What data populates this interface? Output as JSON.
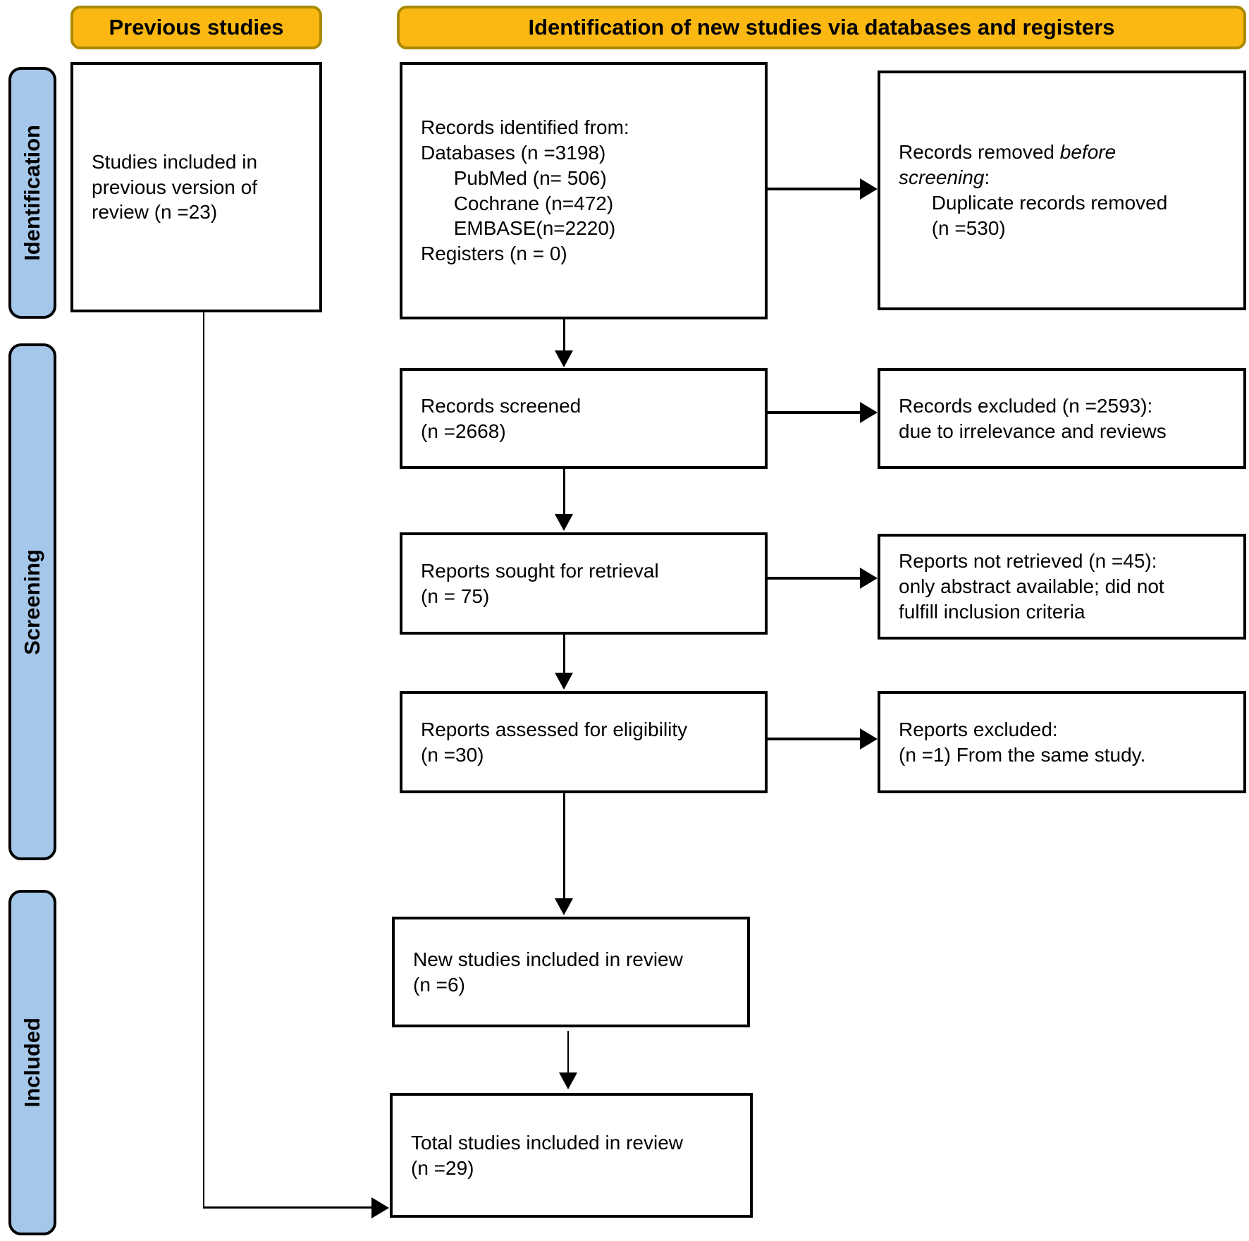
{
  "colors": {
    "gold_fill": "#FBB813",
    "gold_border": "#A98A00",
    "blue_fill": "#A5C7E9"
  },
  "headers": {
    "previous_studies": "Previous studies",
    "identification_new": "Identification of new studies via databases and registers"
  },
  "stages": {
    "identification": "Identification",
    "screening": "Screening",
    "included": "Included"
  },
  "boxes": {
    "previous_studies": "Studies included in\nprevious version of\nreview (n =23)",
    "records_identified": "Records identified from:\nDatabases (n =3198)\n      PubMed (n= 506)\n      Cochrane (n=472)\n      EMBASE(n=2220)\nRegisters (n = 0)",
    "records_removed": {
      "prefix": "Records removed ",
      "italic_line1": "before",
      "italic_line2": "screening",
      "colon": ":",
      "detail": "      Duplicate records removed\n      (n =530)"
    },
    "records_screened": "Records screened\n(n =2668)",
    "records_excluded": "Records excluded (n =2593):\ndue to irrelevance and reviews",
    "reports_sought": "Reports sought for retrieval\n(n = 75)",
    "reports_not_retrieved": "Reports not retrieved (n =45):\nonly abstract available; did not\nfulfill inclusion criteria",
    "reports_assessed": "Reports assessed for eligibility\n(n =30)",
    "reports_excluded": "Reports excluded:\n(n =1) From the same study.",
    "new_studies_included": "New studies included in review\n(n =6)",
    "total_studies_included": "Total studies included in review\n(n =29)"
  }
}
